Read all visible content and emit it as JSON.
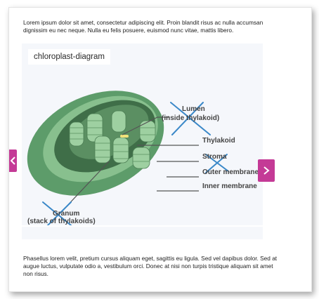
{
  "intro_text": "Lorem ipsum dolor sit amet, consectetur adipiscing elit. Proin blandit risus ac nulla accumsan dignissim eu nec neque. Nulla eu felis posuere, euismod nunc vitae, mattis libero.",
  "figure": {
    "title": "chloroplast-diagram",
    "labels": {
      "lumen_line1": "Lumen",
      "lumen_line2": "(inside thylakoid)",
      "thylakoid": "Thylakoid",
      "stroma": "Stroma",
      "outer_membrane": "Outer membrane",
      "inner_membrane": "Inner membrane",
      "granum_line1": "Granum",
      "granum_line2": "(stack of thylakoids)"
    },
    "crossed_out_labels": [
      "Lumen (inside thylakoid)",
      "Stroma",
      "Granum (stack of thylakoids)"
    ]
  },
  "carousel": {
    "prev_icon": "chevron-left-icon",
    "next_icon": "chevron-right-icon",
    "accent_color": "#c43a96"
  },
  "outro_text": "Phasellus lorem velit, pretium cursus aliquam eget, sagittis eu ligula. Sed vel dapibus dolor. Sed at augue luctus, vulputate odio a, vestibulum orci. Donec at nisi non turpis tristique aliquam sit amet non risus."
}
